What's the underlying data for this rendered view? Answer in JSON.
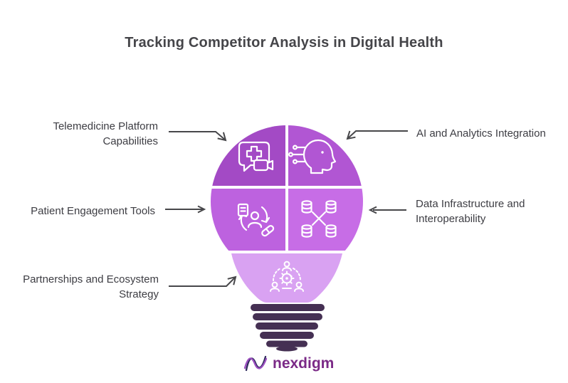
{
  "title": "Tracking Competitor Analysis in Digital Health",
  "bulb": {
    "segments": [
      {
        "id": "top-left",
        "label": "Telemedicine Platform Capabilities",
        "color": "#a34ac5",
        "icon": "telemedicine-chat-video-icon"
      },
      {
        "id": "top-right",
        "label": "AI and Analytics Integration",
        "color": "#b156d3",
        "icon": "ai-head-circuit-icon"
      },
      {
        "id": "mid-left",
        "label": "Patient Engagement Tools",
        "color": "#bd62df",
        "icon": "patient-record-pill-icon"
      },
      {
        "id": "mid-right",
        "label": "Data Infrastructure and Interoperability",
        "color": "#c76de6",
        "icon": "database-network-icon"
      },
      {
        "id": "bottom",
        "label": "Partnerships and Ecosystem Strategy",
        "color": "#d9a2f2",
        "icon": "team-gear-icon"
      }
    ],
    "base_color": "#453053",
    "icon_color": "#ffffff"
  },
  "colors": {
    "arrow": "#47474a",
    "title_text": "#454549",
    "label_text": "#3d3d43",
    "logo_text": "#7b2a87",
    "logo_mark_purple": "#9c4fc0",
    "logo_mark_navy": "#2f2a5c"
  },
  "logo": {
    "text": "nexdigm"
  }
}
